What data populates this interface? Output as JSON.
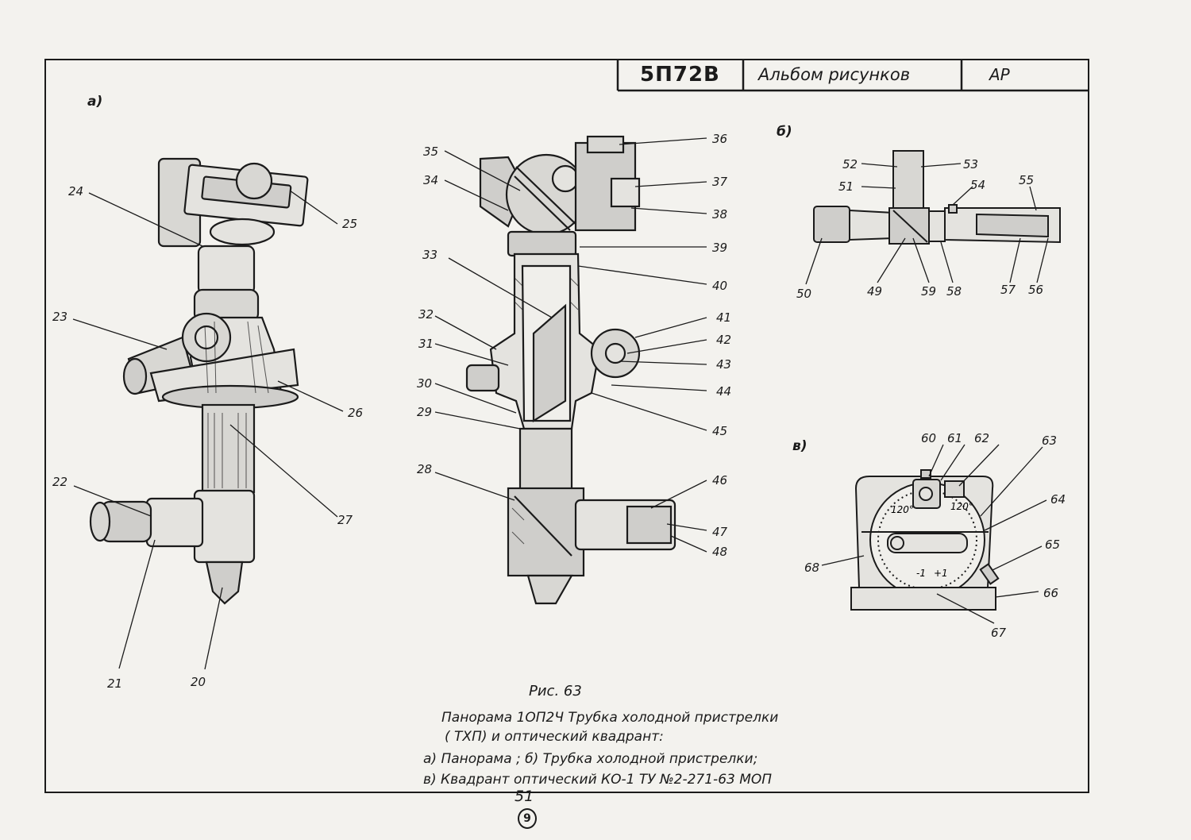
{
  "title_block": {
    "code": "5П72В",
    "title": "Альбом рисунков",
    "code2": "АР"
  },
  "views": {
    "a": "а)",
    "b": "б)",
    "v": "в)"
  },
  "figure_caption": {
    "fig": "Рис. 63",
    "line1": "Панорама   1ОП2Ч  Трубка холодной пристрелки",
    "line2": "( ТХП) и оптический квадрант:",
    "line3": "а) Панорама ; б) Трубка холодной пристрелки;",
    "line4": "в) Квадрант оптический  КО-1 ТУ №2-271-63 МОП"
  },
  "page_number": "51",
  "sheet_number": "9",
  "dial_labels": {
    "left_angle": "120°",
    "right_angle": "120°",
    "minus": "-1",
    "plus": "+1"
  },
  "labels": [
    {
      "id": "20",
      "text": "20"
    },
    {
      "id": "21",
      "text": "21"
    },
    {
      "id": "22",
      "text": "22"
    },
    {
      "id": "23",
      "text": "23"
    },
    {
      "id": "24",
      "text": "24"
    },
    {
      "id": "25",
      "text": "25"
    },
    {
      "id": "26",
      "text": "26"
    },
    {
      "id": "27",
      "text": "27"
    },
    {
      "id": "28",
      "text": "28"
    },
    {
      "id": "29",
      "text": "29"
    },
    {
      "id": "30",
      "text": "30"
    },
    {
      "id": "31",
      "text": "31"
    },
    {
      "id": "32",
      "text": "32"
    },
    {
      "id": "33",
      "text": "33"
    },
    {
      "id": "34",
      "text": "34"
    },
    {
      "id": "35",
      "text": "35"
    },
    {
      "id": "36",
      "text": "36"
    },
    {
      "id": "37",
      "text": "37"
    },
    {
      "id": "38",
      "text": "38"
    },
    {
      "id": "39",
      "text": "39"
    },
    {
      "id": "40",
      "text": "40"
    },
    {
      "id": "41",
      "text": "41"
    },
    {
      "id": "42",
      "text": "42"
    },
    {
      "id": "43",
      "text": "43"
    },
    {
      "id": "44",
      "text": "44"
    },
    {
      "id": "45",
      "text": "45"
    },
    {
      "id": "46",
      "text": "46"
    },
    {
      "id": "47",
      "text": "47"
    },
    {
      "id": "48",
      "text": "48"
    },
    {
      "id": "49",
      "text": "49"
    },
    {
      "id": "50",
      "text": "50"
    },
    {
      "id": "51",
      "text": "51"
    },
    {
      "id": "52",
      "text": "52"
    },
    {
      "id": "53",
      "text": "53"
    },
    {
      "id": "54",
      "text": "54"
    },
    {
      "id": "55",
      "text": "55"
    },
    {
      "id": "56",
      "text": "56"
    },
    {
      "id": "57",
      "text": "57"
    },
    {
      "id": "58",
      "text": "58"
    },
    {
      "id": "59",
      "text": "59"
    },
    {
      "id": "60",
      "text": "60"
    },
    {
      "id": "61",
      "text": "61"
    },
    {
      "id": "62",
      "text": "62"
    },
    {
      "id": "63",
      "text": "63"
    },
    {
      "id": "64",
      "text": "64"
    },
    {
      "id": "65",
      "text": "65"
    },
    {
      "id": "66",
      "text": "66"
    },
    {
      "id": "67",
      "text": "67"
    },
    {
      "id": "68",
      "text": "68"
    }
  ]
}
